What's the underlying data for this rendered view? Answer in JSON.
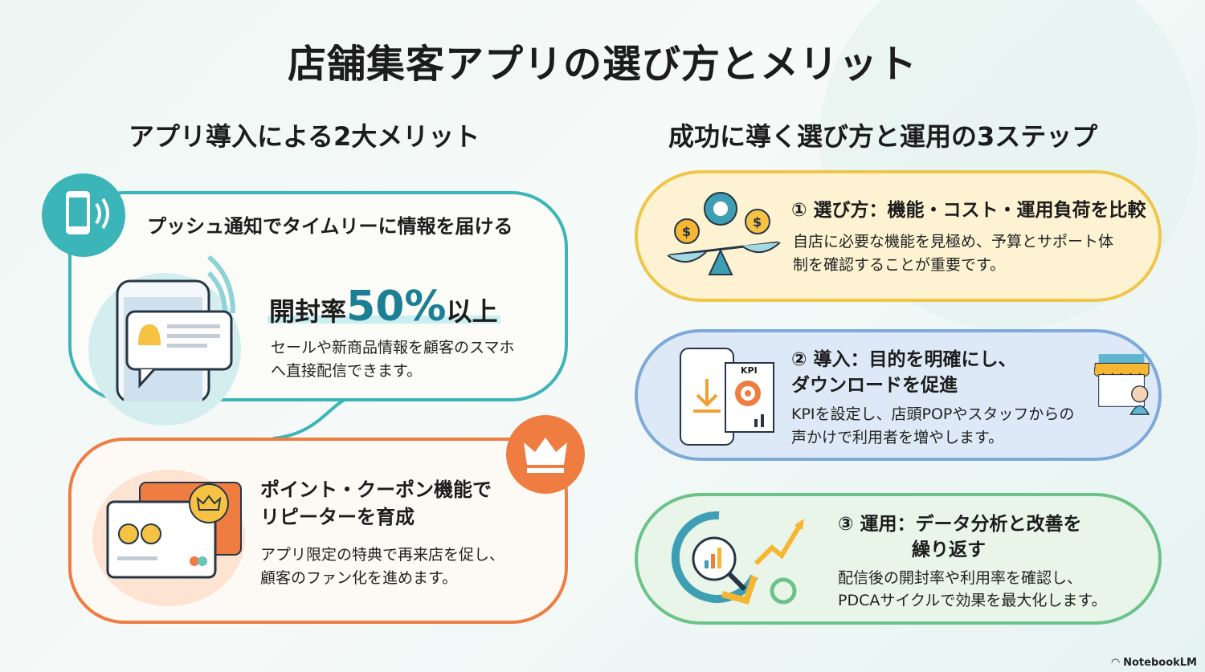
{
  "title": "店舗集客アプリの選び方とメリット",
  "left": {
    "heading": "アプリ導入による2大メリット",
    "merit1": {
      "title": "プッシュ通知でタイムリーに情報を届ける",
      "stat_prefix": "開封率",
      "stat_value": "50%",
      "stat_suffix": "以上",
      "desc_line1": "セールや新商品情報を顧客のスマホ",
      "desc_line2": "へ直接配信できます。"
    },
    "merit2": {
      "title_line1": "ポイント・クーポン機能で",
      "title_line2": "リピーターを育成",
      "desc_line1": "アプリ限定の特典で再来店を促し、",
      "desc_line2": "顧客のファン化を進めます。"
    }
  },
  "right": {
    "heading": "成功に導く選び方と運用の3ステップ",
    "step1": {
      "title": "① 選び方：機能・コスト・運用負荷を比較",
      "desc_line1": "自店に必要な機能を見極め、予算とサポート体",
      "desc_line2": "制を確認することが重要です。"
    },
    "step2": {
      "title_line1": "② 導入：目的を明確にし、",
      "title_line2": "ダウンロードを促進",
      "kpi_label": "KPI",
      "desc_line1": "KPIを設定し、店頭POPやスタッフからの",
      "desc_line2": "声かけで利用者を増やします。"
    },
    "step3": {
      "title_line1": "③ 運用：データ分析と改善を",
      "title_line2": "繰り返す",
      "desc_line1": "配信後の開封率や利用率を確認し、",
      "desc_line2": "PDCAサイクルで効果を最大化します。"
    }
  },
  "watermark": "NotebookLM",
  "colors": {
    "teal": "#3bb5b8",
    "orange": "#ef7d42",
    "yellow": "#f0c64a",
    "blue": "#7ea9d9",
    "green": "#6cc38a"
  }
}
